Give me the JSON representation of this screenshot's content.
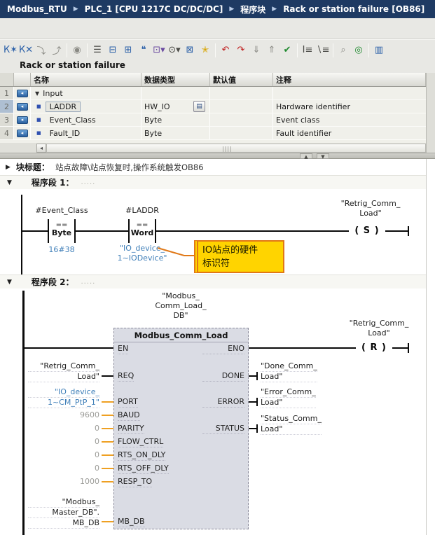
{
  "breadcrumb": {
    "items": [
      "Modbus_RTU",
      "PLC_1 [CPU 1217C DC/DC/DC]",
      "程序块",
      "Rack or station failure [OB86]"
    ],
    "separator": "▶"
  },
  "toolbar": {
    "icons": [
      {
        "name": "insert-network-icon",
        "glyph": "К✶"
      },
      {
        "name": "delete-network-icon",
        "glyph": "К✕"
      },
      {
        "name": "insert-row-icon",
        "glyph": "⤵"
      },
      {
        "name": "insert-row-after-icon",
        "glyph": "⤴"
      },
      {
        "name": "operand-display-icon",
        "glyph": "◉"
      },
      {
        "name": "network-list-icon",
        "glyph": "☰"
      },
      {
        "name": "expand-all-networks-icon",
        "glyph": "⊟"
      },
      {
        "name": "collapse-all-networks-icon",
        "glyph": "⊞"
      },
      {
        "name": "comment-toggle-icon",
        "glyph": "❝"
      },
      {
        "name": "insert-box-icon",
        "glyph": "⊡▾"
      },
      {
        "name": "insert-coil-icon",
        "glyph": "⊙▾"
      },
      {
        "name": "empty-box-icon",
        "glyph": "⊠"
      },
      {
        "name": "favorites-icon",
        "glyph": "✭"
      },
      {
        "name": "undo-icon",
        "glyph": "↶"
      },
      {
        "name": "redo-icon",
        "glyph": "↷"
      },
      {
        "name": "download-to-device-icon",
        "glyph": "⇓"
      },
      {
        "name": "upload-from-device-icon",
        "glyph": "⇑"
      },
      {
        "name": "compile-icon",
        "glyph": "✔"
      },
      {
        "name": "monitor-on-icon",
        "glyph": "Ι≡"
      },
      {
        "name": "monitor-off-icon",
        "glyph": "∖≡"
      },
      {
        "name": "find-replace-icon",
        "glyph": "⌕"
      },
      {
        "name": "test-monitor-icon",
        "glyph": "◎"
      },
      {
        "name": "window-layout-icon",
        "glyph": "▥"
      }
    ]
  },
  "block_name": "Rack or station failure",
  "interface_table": {
    "headers": {
      "name": "名称",
      "data_type": "数据类型",
      "default_value": "默认值",
      "comment": "注释"
    },
    "rows": [
      {
        "num": "1",
        "name": "Input",
        "data_type": "",
        "default_value": "",
        "comment": ""
      },
      {
        "num": "2",
        "name": "LADDR",
        "data_type": "HW_IO",
        "default_value": "",
        "comment": "Hardware identifier"
      },
      {
        "num": "3",
        "name": "Event_Class",
        "data_type": "Byte",
        "default_value": "",
        "comment": "Event class"
      },
      {
        "num": "4",
        "name": "Fault_ID",
        "data_type": "Byte",
        "default_value": "",
        "comment": "Fault identifier"
      }
    ]
  },
  "block_title_row": {
    "label": "块标题：",
    "text": "站点故障\\站点恢复时,操作系统触发OB86"
  },
  "network1": {
    "label": "程序段 1：",
    "comment": ".....",
    "contact1": {
      "tag": "#Event_Class",
      "op": "==",
      "type": "Byte",
      "operand": "16#38"
    },
    "contact2": {
      "tag": "#LADDR",
      "op": "==",
      "type": "Word",
      "operand_l1": "\"IO_device_",
      "operand_l2": "1~IODevice\""
    },
    "coil": {
      "tag_l1": "\"Retrig_Comm_",
      "tag_l2": "Load\"",
      "symbol": "( S )"
    },
    "callout": {
      "line1": "IO站点的硬件",
      "line2": "标识符"
    }
  },
  "network2": {
    "label": "程序段 2：",
    "comment": ".....",
    "db_name": [
      "\"Modbus_",
      "Comm_Load_",
      "DB\""
    ],
    "block_title": "Modbus_Comm_Load",
    "en": "EN",
    "eno": "ENO",
    "inputs": [
      {
        "pin": "REQ",
        "operand": [
          "\"Retrig_Comm_",
          "Load\""
        ]
      },
      {
        "pin": "PORT",
        "operand": [
          "\"IO_device_",
          "1~CM_PtP_1\""
        ]
      },
      {
        "pin": "BAUD",
        "operand": [
          "9600"
        ]
      },
      {
        "pin": "PARITY",
        "operand": [
          "0"
        ]
      },
      {
        "pin": "FLOW_CTRL",
        "operand": [
          "0"
        ]
      },
      {
        "pin": "RTS_ON_DLY",
        "operand": [
          "0"
        ]
      },
      {
        "pin": "RTS_OFF_DLY",
        "operand": [
          "0"
        ]
      },
      {
        "pin": "RESP_TO",
        "operand": [
          "1000"
        ]
      },
      {
        "pin": "MB_DB",
        "operand": [
          "\"Modbus_",
          "Master_DB\".",
          "MB_DB"
        ]
      }
    ],
    "outputs": [
      {
        "pin": "DONE",
        "operand": [
          "\"Done_Comm_",
          "Load\""
        ]
      },
      {
        "pin": "ERROR",
        "operand": [
          "\"Error_Comm_",
          "Load\""
        ]
      },
      {
        "pin": "STATUS",
        "operand": [
          "\"Status_Comm_",
          "Load\""
        ]
      }
    ],
    "coil": {
      "tag_l1": "\"Retrig_Comm_",
      "tag_l2": "Load\"",
      "symbol": "( R )"
    }
  },
  "ui": {
    "scroll_left": "◂",
    "grip": "||||",
    "splitter_up": "▲",
    "splitter_down": "▼",
    "dropdown_list": "▤",
    "bullet": "■",
    "expander_down": "▼",
    "expander_right": "▶",
    "input_icon": "◂"
  },
  "colors": {
    "breadcrumb_bg": "#1e3a63",
    "callout_bg": "#ffd400",
    "callout_border": "#e07817",
    "operand_blue": "#3e7eb8",
    "constant_gray": "#9c9c98",
    "wire_orange": "#efa022",
    "block_fill": "#dadce4"
  }
}
